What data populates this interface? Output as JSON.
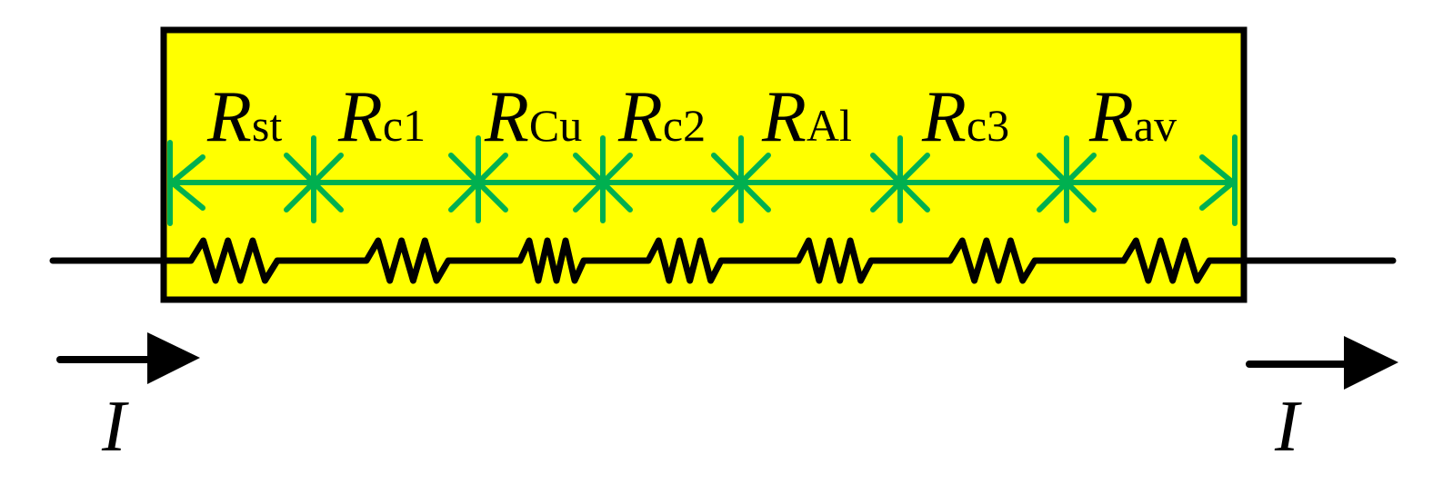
{
  "colors": {
    "box_fill": "#ffff00",
    "outline": "#000000",
    "dimension_line": "#00b050",
    "background": "#ffffff"
  },
  "resistors": [
    {
      "symbol": "R",
      "subscript": "st"
    },
    {
      "symbol": "R",
      "subscript": "c1"
    },
    {
      "symbol": "R",
      "subscript": "Cu"
    },
    {
      "symbol": "R",
      "subscript": "c2"
    },
    {
      "symbol": "R",
      "subscript": "Al"
    },
    {
      "symbol": "R",
      "subscript": "c3"
    },
    {
      "symbol": "R",
      "subscript": "av"
    }
  ],
  "current": {
    "left_label": "I",
    "right_label": "I"
  }
}
